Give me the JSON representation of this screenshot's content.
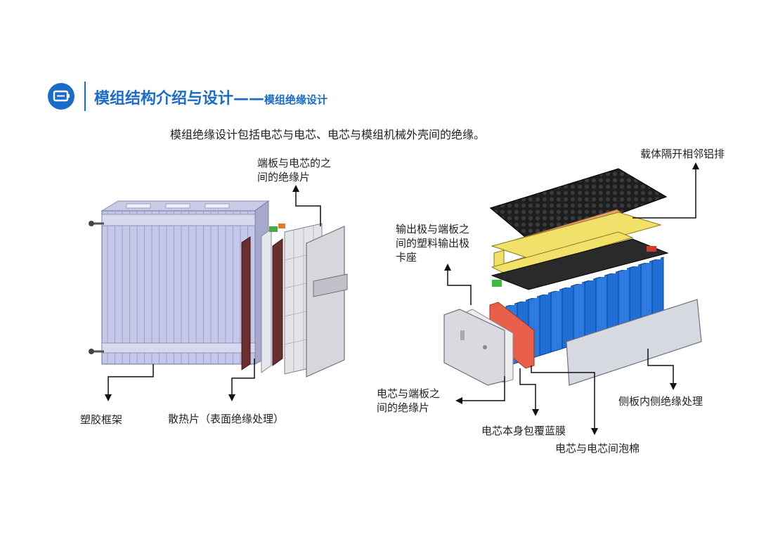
{
  "header": {
    "icon": "battery-icon",
    "title_main": "模组结构介绍与设计——",
    "title_sub": "模组绝缘设计",
    "color": "#1a6cc8"
  },
  "intro_text": "模组绝缘设计包括电芯与电芯、电芯与模组机械外壳间的绝缘。",
  "left_figure": {
    "labels": {
      "endplate_sheet_line1": "端板与电芯的之",
      "endplate_sheet_line2": "间的绝缘片",
      "plastic_frame": "塑胶框架",
      "heat_sink": "散热片（表面绝缘处理）"
    }
  },
  "right_figure": {
    "labels": {
      "carrier": "载体隔开相邻铝排",
      "output_line1": "输出极与端板之",
      "output_line2": "间的塑料输出极",
      "output_line3": "卡座",
      "cell_endplate_line1": "电芯与端板之",
      "cell_endplate_line2": "间的绝缘片",
      "side_plate": "侧板内侧绝缘处理",
      "blue_film": "电芯本身包覆蓝膜",
      "foam": "电芯与电芯间泡棉"
    }
  }
}
